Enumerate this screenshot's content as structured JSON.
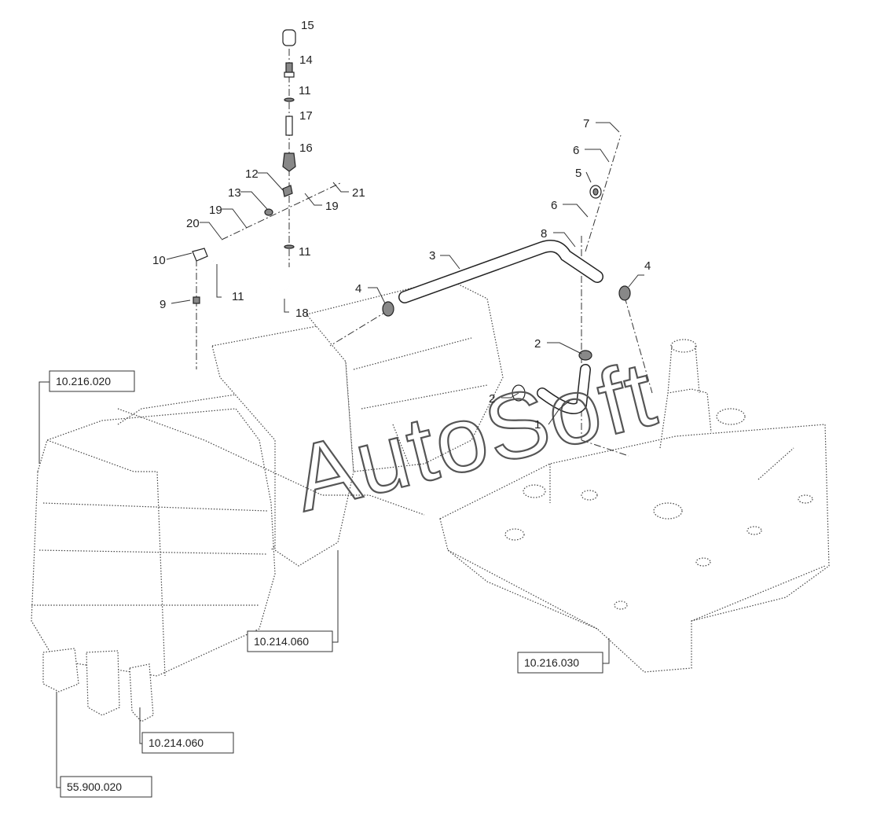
{
  "diagram": {
    "watermark": "AutoSoft",
    "callouts": [
      "1",
      "2",
      "2",
      "3",
      "4",
      "4",
      "5",
      "6",
      "6",
      "7",
      "8",
      "9",
      "10",
      "11",
      "11",
      "11",
      "12",
      "13",
      "14",
      "15",
      "16",
      "17",
      "18",
      "19",
      "19",
      "20",
      "21"
    ],
    "references": [
      "10.216.020",
      "10.214.060",
      "10.216.030",
      "10.214.060",
      "55.900.020"
    ]
  }
}
